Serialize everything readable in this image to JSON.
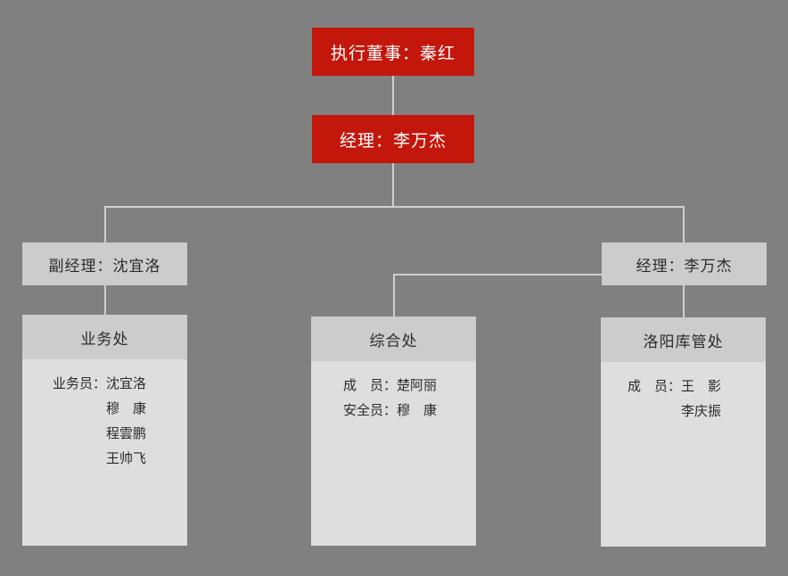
{
  "colors": {
    "background": "#808080",
    "accent_red": "#c4170c",
    "box_gray": "#cccccc",
    "card_body": "#dedede",
    "line": "#cfcfcf",
    "text_dark": "#2b2b2b",
    "text_light": "#ffffff"
  },
  "chart_data": {
    "type": "diagram",
    "title": "",
    "nodes": {
      "executive_director": "执行董事：秦红",
      "general_manager": "经理：李万杰",
      "deputy_manager": "副经理：沈宜洛",
      "manager_right": "经理：李万杰"
    },
    "departments": [
      {
        "name": "业务处",
        "rows": [
          "业务员：沈宜洛",
          "　　　　穆　康",
          "　　　　程雲鹏",
          "　　　　王帅飞"
        ]
      },
      {
        "name": "综合处",
        "rows": [
          "成　员：楚阿丽",
          "安全员：穆　康"
        ]
      },
      {
        "name": "洛阳库管处",
        "rows": [
          "成　员：王　影",
          "　　　　李庆振"
        ]
      }
    ]
  }
}
